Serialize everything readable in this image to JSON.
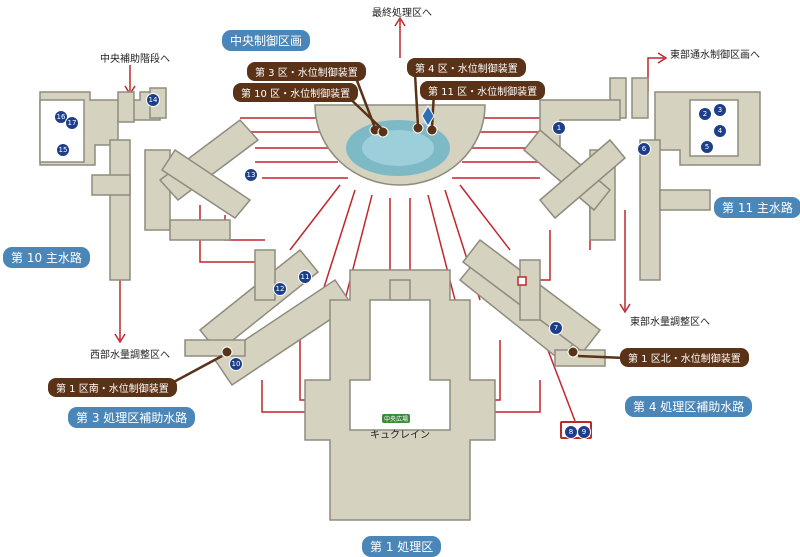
{
  "areas": {
    "central_control": "中央制御区画",
    "main_10": "第 10 主水路",
    "main_11": "第 11 主水路",
    "aux_3": "第 3 処理区補助水路",
    "aux_4": "第 4 処理区補助水路",
    "zone_1": "第 1 処理区"
  },
  "devices": {
    "d3": "第 3 区・水位制御装置",
    "d10": "第 10 区・水位制御装置",
    "d4": "第 4 区・水位制御装置",
    "d11": "第 11 区・水位制御装置",
    "d1s": "第 1 区南・水位制御装置",
    "d1n": "第 1 区北・水位制御装置"
  },
  "destinations": {
    "final": "最終処理区へ",
    "central_stairs": "中央補助階段へ",
    "east_channel": "東部通水制御区画へ",
    "east_regulation": "東部水量調整区へ",
    "west_regulation": "西部水量調整区へ"
  },
  "places": {
    "badge": "中央広場",
    "name": "キュクレイン"
  },
  "markers": [
    "1",
    "2",
    "3",
    "4",
    "5",
    "6",
    "7",
    "8",
    "9",
    "10",
    "11",
    "12",
    "13",
    "14",
    "15",
    "16",
    "17"
  ],
  "colors": {
    "corridor": "#d5d2c0",
    "corridor_edge": "#8f8c7e",
    "connector": "#c0272d",
    "area_label": "#4a86b8",
    "device_label": "#5a3217",
    "marker": "#1d3f8a",
    "water": "#6fb6c7"
  }
}
